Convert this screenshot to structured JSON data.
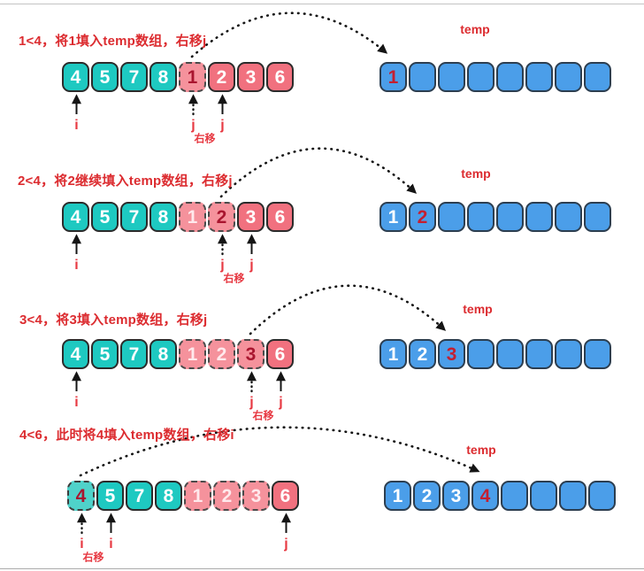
{
  "diagram_title": "merge-step visualization of merging two sorted runs into temp array",
  "colors": {
    "teal": "#1ec9c1",
    "teal_faded": "#4fd2ca",
    "pink": "#f1717f",
    "pink_faded": "#f5929c",
    "blue": "#4b9ee9",
    "cell_border": "#2b2b2b",
    "blue_border": "#2c3e50",
    "dark_red": "#a9152f",
    "temp_red": "#c41f30",
    "caption_red": "#dc2c30",
    "pointer_red": "#e73a43",
    "arrow_black": "#151515"
  },
  "rows": [
    {
      "caption": "1<4，将1填入temp数组，右移j",
      "temp_label": "temp",
      "left_cells": [
        {
          "value": "4",
          "style": "v-teal"
        },
        {
          "value": "5",
          "style": "v-teal"
        },
        {
          "value": "7",
          "style": "v-teal"
        },
        {
          "value": "8",
          "style": "v-teal"
        },
        {
          "value": "1",
          "style": "v-pink-dash-hl"
        },
        {
          "value": "2",
          "style": "v-pink"
        },
        {
          "value": "3",
          "style": "v-pink"
        },
        {
          "value": "6",
          "style": "v-pink"
        }
      ],
      "temp_cells": [
        {
          "value": "1",
          "hl": true
        },
        {
          "value": ""
        },
        {
          "value": ""
        },
        {
          "value": ""
        },
        {
          "value": ""
        },
        {
          "value": ""
        },
        {
          "value": ""
        },
        {
          "value": ""
        }
      ],
      "pointers": [
        {
          "cell": 0,
          "line": "solid",
          "label": "i"
        },
        {
          "cell": 4,
          "line": "dotted",
          "label": "j",
          "note": "右移"
        },
        {
          "cell": 5,
          "line": "solid",
          "label": "j"
        }
      ],
      "arc": {
        "from": 4,
        "to": 0
      }
    },
    {
      "caption": "2<4，将2继续填入temp数组，右移j",
      "temp_label": "temp",
      "left_cells": [
        {
          "value": "4",
          "style": "v-teal"
        },
        {
          "value": "5",
          "style": "v-teal"
        },
        {
          "value": "7",
          "style": "v-teal"
        },
        {
          "value": "8",
          "style": "v-teal"
        },
        {
          "value": "1",
          "style": "v-pink-dash"
        },
        {
          "value": "2",
          "style": "v-pink-dash-hl"
        },
        {
          "value": "3",
          "style": "v-pink"
        },
        {
          "value": "6",
          "style": "v-pink"
        }
      ],
      "temp_cells": [
        {
          "value": "1"
        },
        {
          "value": "2",
          "hl": true
        },
        {
          "value": ""
        },
        {
          "value": ""
        },
        {
          "value": ""
        },
        {
          "value": ""
        },
        {
          "value": ""
        },
        {
          "value": ""
        }
      ],
      "pointers": [
        {
          "cell": 0,
          "line": "solid",
          "label": "i"
        },
        {
          "cell": 5,
          "line": "dotted",
          "label": "j",
          "note": "右移"
        },
        {
          "cell": 6,
          "line": "solid",
          "label": "j"
        }
      ],
      "arc": {
        "from": 5,
        "to": 1
      }
    },
    {
      "caption": "3<4，将3填入temp数组，右移j",
      "temp_label": "temp",
      "left_cells": [
        {
          "value": "4",
          "style": "v-teal"
        },
        {
          "value": "5",
          "style": "v-teal"
        },
        {
          "value": "7",
          "style": "v-teal"
        },
        {
          "value": "8",
          "style": "v-teal"
        },
        {
          "value": "1",
          "style": "v-pink-dash"
        },
        {
          "value": "2",
          "style": "v-pink-dash"
        },
        {
          "value": "3",
          "style": "v-pink-dash-hl"
        },
        {
          "value": "6",
          "style": "v-pink"
        }
      ],
      "temp_cells": [
        {
          "value": "1"
        },
        {
          "value": "2"
        },
        {
          "value": "3",
          "hl": true
        },
        {
          "value": ""
        },
        {
          "value": ""
        },
        {
          "value": ""
        },
        {
          "value": ""
        },
        {
          "value": ""
        }
      ],
      "pointers": [
        {
          "cell": 0,
          "line": "solid",
          "label": "i"
        },
        {
          "cell": 6,
          "line": "dotted",
          "label": "j",
          "note": "右移"
        },
        {
          "cell": 7,
          "line": "solid",
          "label": "j"
        }
      ],
      "arc": {
        "from": 6,
        "to": 2
      }
    },
    {
      "caption": "4<6，此时将4填入temp数组，右移i",
      "temp_label": "temp",
      "left_cells": [
        {
          "value": "4",
          "style": "v-teal-dash"
        },
        {
          "value": "5",
          "style": "v-teal"
        },
        {
          "value": "7",
          "style": "v-teal"
        },
        {
          "value": "8",
          "style": "v-teal"
        },
        {
          "value": "1",
          "style": "v-pink-dash"
        },
        {
          "value": "2",
          "style": "v-pink-dash"
        },
        {
          "value": "3",
          "style": "v-pink-dash"
        },
        {
          "value": "6",
          "style": "v-pink"
        }
      ],
      "temp_cells": [
        {
          "value": "1"
        },
        {
          "value": "2"
        },
        {
          "value": "3"
        },
        {
          "value": "4",
          "hl": true
        },
        {
          "value": ""
        },
        {
          "value": ""
        },
        {
          "value": ""
        },
        {
          "value": ""
        }
      ],
      "pointers": [
        {
          "cell": 0,
          "line": "dotted",
          "label": "i",
          "note": "右移"
        },
        {
          "cell": 1,
          "line": "solid",
          "label": "i"
        },
        {
          "cell": 7,
          "line": "solid",
          "label": "j"
        }
      ],
      "arc": {
        "from": 0,
        "to": 3
      }
    }
  ]
}
